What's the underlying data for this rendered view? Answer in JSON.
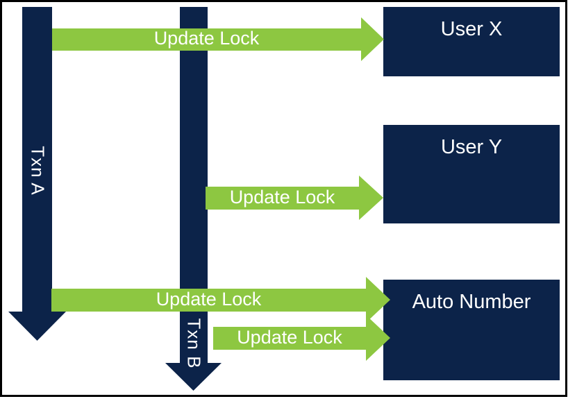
{
  "diagram": {
    "description": "Transaction update-lock timeline diagram",
    "colors": {
      "timeline_bar": "#0c2349",
      "entity_box": "#0c2349",
      "lock_arrow": "#8dc741",
      "text": "#ffffff",
      "frame": "#000000",
      "background": "#ffffff"
    },
    "timelines": [
      {
        "label": "Txn A"
      },
      {
        "label": "Txn B"
      }
    ],
    "entities": [
      {
        "label": "User X"
      },
      {
        "label": "User Y"
      },
      {
        "label": "Auto Number"
      }
    ],
    "locks": [
      {
        "label": "Update Lock",
        "from": "Txn A",
        "to": "User X"
      },
      {
        "label": "Update Lock",
        "from": "Txn B",
        "to": "User Y"
      },
      {
        "label": "Update Lock",
        "from": "Txn A",
        "to": "Auto Number"
      },
      {
        "label": "Update Lock",
        "from": "Txn B",
        "to": "Auto Number"
      }
    ]
  }
}
